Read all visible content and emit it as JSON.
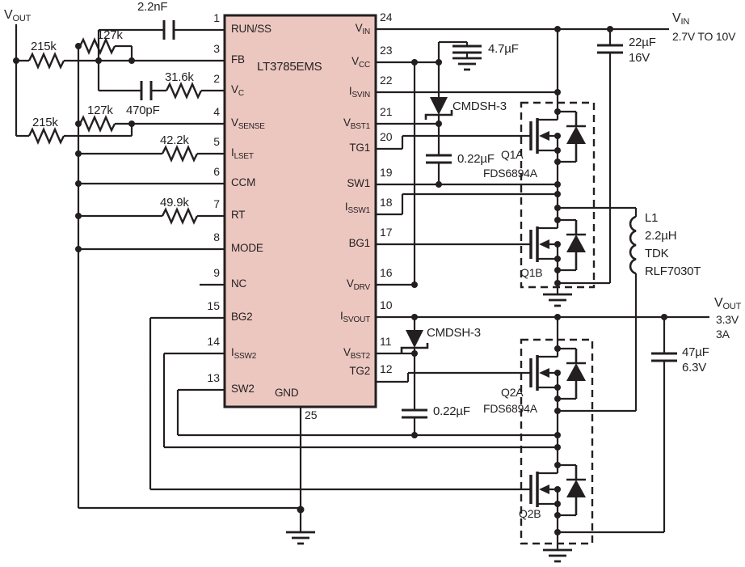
{
  "ic": {
    "name": "LT3785EMS",
    "left_pins": [
      {
        "num": "1",
        "main": "RUN/SS",
        "sub": ""
      },
      {
        "num": "3",
        "main": "FB",
        "sub": ""
      },
      {
        "num": "2",
        "main": "V",
        "sub": "C"
      },
      {
        "num": "4",
        "main": "V",
        "sub": "SENSE"
      },
      {
        "num": "5",
        "main": "I",
        "sub": "LSET"
      },
      {
        "num": "6",
        "main": "CCM",
        "sub": ""
      },
      {
        "num": "7",
        "main": "RT",
        "sub": ""
      },
      {
        "num": "8",
        "main": "MODE",
        "sub": ""
      },
      {
        "num": "9",
        "main": "NC",
        "sub": ""
      },
      {
        "num": "15",
        "main": "BG2",
        "sub": ""
      },
      {
        "num": "14",
        "main": "I",
        "sub": "SSW2"
      },
      {
        "num": "13",
        "main": "SW2",
        "sub": ""
      }
    ],
    "right_pins": [
      {
        "num": "24",
        "main": "V",
        "sub": "IN"
      },
      {
        "num": "23",
        "main": "V",
        "sub": "CC"
      },
      {
        "num": "22",
        "main": "I",
        "sub": "SVIN"
      },
      {
        "num": "21",
        "main": "V",
        "sub": "BST1"
      },
      {
        "num": "20",
        "main": "TG1",
        "sub": ""
      },
      {
        "num": "19",
        "main": "SW1",
        "sub": ""
      },
      {
        "num": "18",
        "main": "I",
        "sub": "SSW1"
      },
      {
        "num": "17",
        "main": "BG1",
        "sub": ""
      },
      {
        "num": "16",
        "main": "V",
        "sub": "DRV"
      },
      {
        "num": "10",
        "main": "I",
        "sub": "SVOUT"
      },
      {
        "num": "11",
        "main": "V",
        "sub": "BST2"
      },
      {
        "num": "12",
        "main": "TG2",
        "sub": ""
      }
    ],
    "gnd_pin": {
      "num": "25",
      "label": "GND"
    }
  },
  "components": {
    "c_ss": "2.2nF",
    "r_fb_top": "215k",
    "r_fb_bot": "127k",
    "r_comp": "31.6k",
    "c_comp": "470pF",
    "r_vs_bot": "127k",
    "r_vs_top": "215k",
    "r_ilset": "42.2k",
    "r_rt": "49.9k",
    "c_vcc": "4.7µF",
    "d1": "CMDSH-3",
    "d2": "CMDSH-3",
    "c_bst1": "0.22µF",
    "c_bst2": "0.22µF",
    "c_in_value": "22µF",
    "c_in_rating": "16V",
    "c_out_value": "47µF",
    "c_out_rating": "6.3V",
    "q1a": "Q1A",
    "q1_part": "FDS6894A",
    "q1b": "Q1B",
    "q2a": "Q2A",
    "q2_part": "FDS6894A",
    "q2b": "Q2B",
    "l1": {
      "ref": "L1",
      "value": "2.2µH",
      "mfr": "TDK",
      "part": "RLF7030T"
    }
  },
  "terminals": {
    "vout_src": {
      "main": "V",
      "sub": "OUT"
    },
    "vin": {
      "main": "V",
      "sub": "IN",
      "range": "2.7V TO 10V"
    },
    "vout": {
      "main": "V",
      "sub": "OUT",
      "voltage": "3.3V",
      "current": "3A"
    }
  },
  "colors": {
    "ic_fill": "#ecc7c0",
    "line": "#231f20"
  }
}
